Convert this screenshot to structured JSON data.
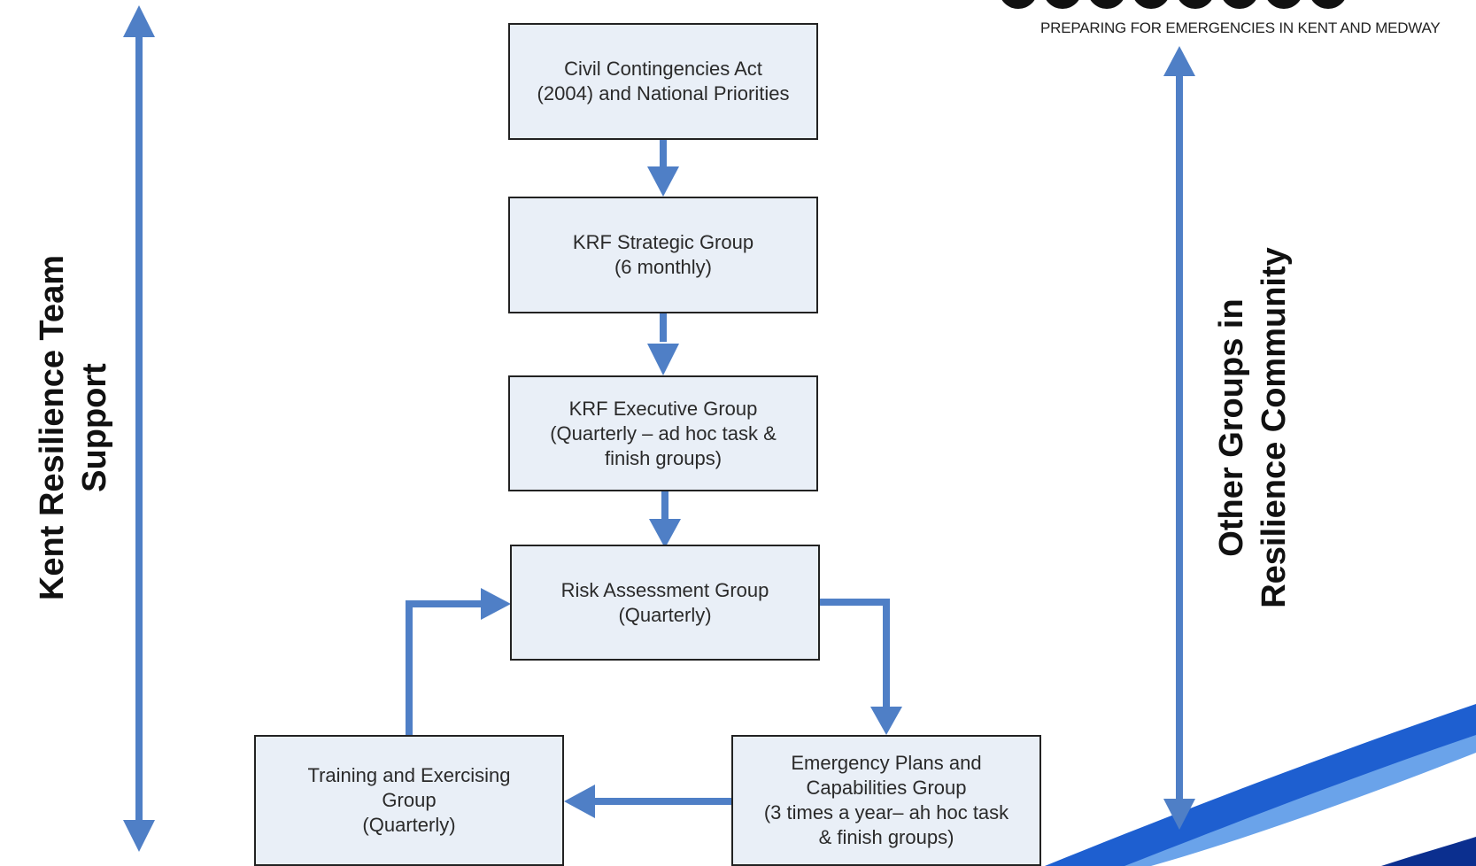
{
  "colors": {
    "arrow": "#4f7fc6",
    "box_fill": "#e9eff7",
    "box_border": "#222222",
    "swoosh_dark": "#0b2f8f",
    "swoosh_mid": "#1e5fd0",
    "swoosh_light": "#6aa3ea"
  },
  "logo": {
    "tagline": "PREPARING FOR EMERGENCIES IN KENT AND MEDWAY"
  },
  "left_label": {
    "line1": "Kent Resilience Team",
    "line2": "Support"
  },
  "right_label": {
    "line1": "Other Groups in",
    "line2": "Resilience Community"
  },
  "boxes": {
    "cca": {
      "line1": "Civil Contingencies Act",
      "line2": "(2004) and National Priorities"
    },
    "strategic": {
      "line1": "KRF Strategic Group",
      "line2": "(6 monthly)"
    },
    "executive": {
      "line1": "KRF Executive Group",
      "line2": "(Quarterly – ad hoc task &",
      "line3": "finish groups)"
    },
    "risk": {
      "line1": "Risk Assessment Group",
      "line2": "(Quarterly)"
    },
    "plans": {
      "line1": "Emergency Plans and",
      "line2": "Capabilities Group",
      "line3": "(3 times a year– ah hoc task",
      "line4": "& finish groups)"
    },
    "training": {
      "line1": "Training and Exercising",
      "line2": "Group",
      "line3": "(Quarterly)"
    }
  }
}
